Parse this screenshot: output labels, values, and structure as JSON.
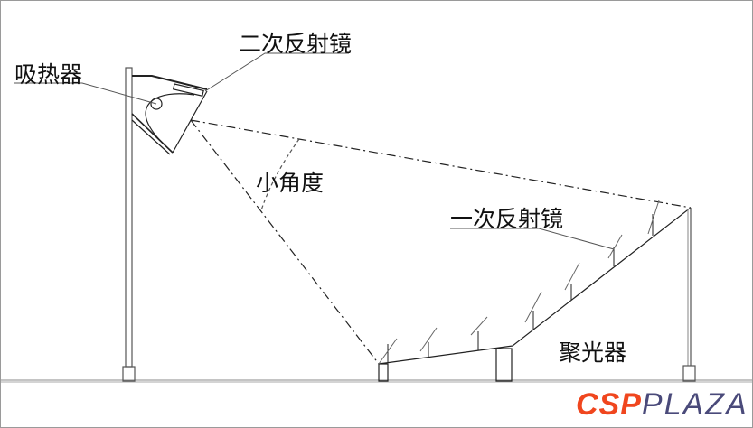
{
  "labels": {
    "receiver": "吸热器",
    "secondary_mirror": "二次反射镜",
    "small_angle": "小角度",
    "primary_mirror": "一次反射镜",
    "concentrator": "聚光器"
  },
  "logo": {
    "part1": "CSP",
    "part2": "PLAZA"
  },
  "colors": {
    "line": "#222222",
    "logo_red": "#f0461e",
    "logo_blue": "#4a4a7a"
  }
}
